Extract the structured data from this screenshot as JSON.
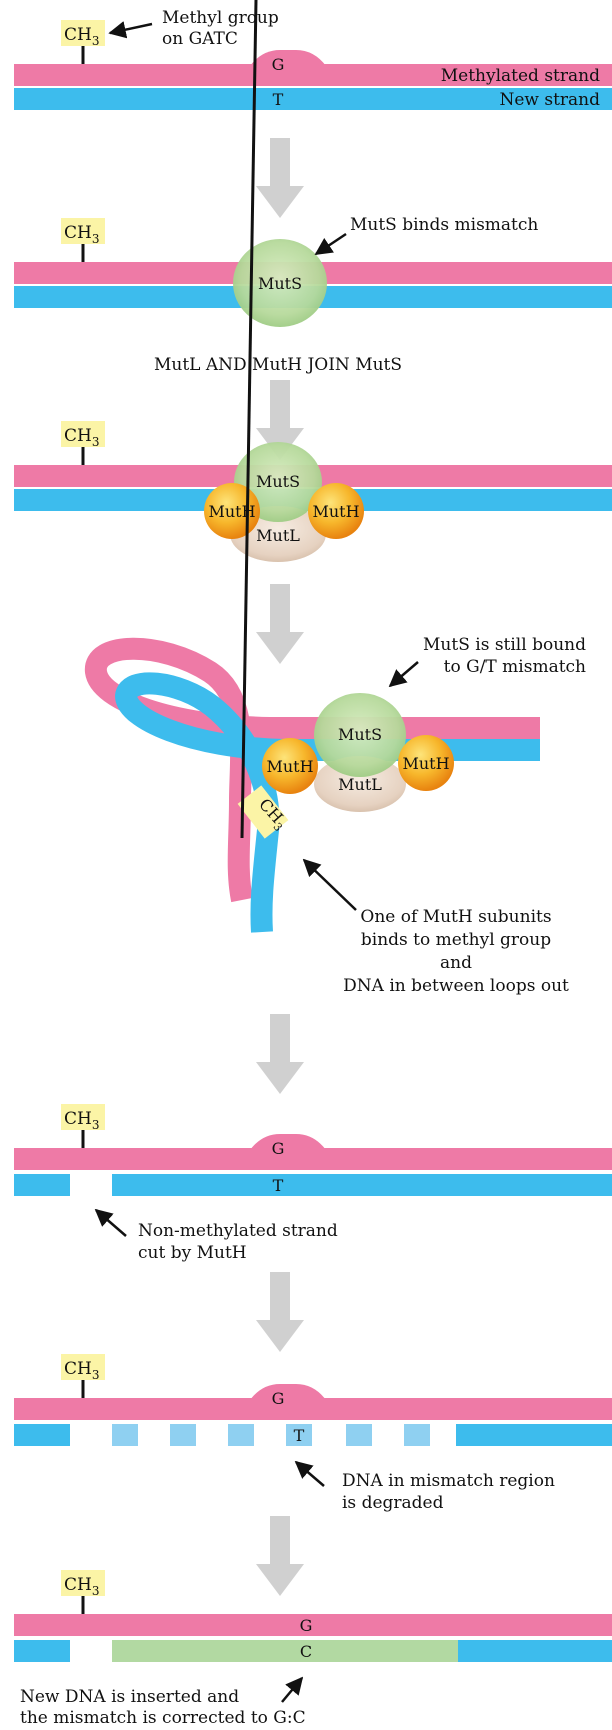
{
  "colors": {
    "methylated_strand": "#ee7aa6",
    "new_strand": "#3dbced",
    "new_strand_degraded": "#8fd0f1",
    "inserted_dna": "#b2d9a2",
    "ch3_box": "#fbf4a6",
    "muts": "#b6d99b",
    "mutl": "#e9d6c6",
    "muth": "#f5a21a",
    "arrow": "#d0d0d0"
  },
  "step1": {
    "ch3_main": "CH",
    "ch3_sub": "3",
    "methyl_note_line1": "Methyl group",
    "methyl_note_line2": "on GATC",
    "base_top": "G",
    "base_bottom": "T",
    "methylated_label": "Methylated strand",
    "new_label": "New strand"
  },
  "step2": {
    "ch3_main": "CH",
    "ch3_sub": "3",
    "muts": "MutS",
    "note": "MutS binds mismatch"
  },
  "step3": {
    "caption": "MutL AND MutH JOIN MutS",
    "ch3_main": "CH",
    "ch3_sub": "3",
    "muts": "MutS",
    "muth_left": "MutH",
    "muth_right": "MutH",
    "mutl": "MutL"
  },
  "step4": {
    "muts": "MutS",
    "muth_left": "MutH",
    "muth_right": "MutH",
    "mutl": "MutL",
    "ch3_main": "CH",
    "ch3_sub": "3",
    "note_top_line1": "MutS is still bound",
    "note_top_line2": "to G/T mismatch",
    "note_line1": "One of MutH subunits",
    "note_line2": "binds to methyl group",
    "note_line3": "and",
    "note_line4": "DNA in between loops out"
  },
  "step5": {
    "ch3_main": "CH",
    "ch3_sub": "3",
    "base_top": "G",
    "base_bottom": "T",
    "note_line1": "Non-methylated strand",
    "note_line2": "cut by MutH"
  },
  "step6": {
    "ch3_main": "CH",
    "ch3_sub": "3",
    "base_top": "G",
    "base_bottom": "T",
    "note_line1": "DNA in mismatch region",
    "note_line2": "is degraded"
  },
  "step7": {
    "ch3_main": "CH",
    "ch3_sub": "3",
    "base_top": "G",
    "base_bottom": "C",
    "note_line1": "New DNA is inserted and",
    "note_line2": "the mismatch is corrected to G:C"
  }
}
